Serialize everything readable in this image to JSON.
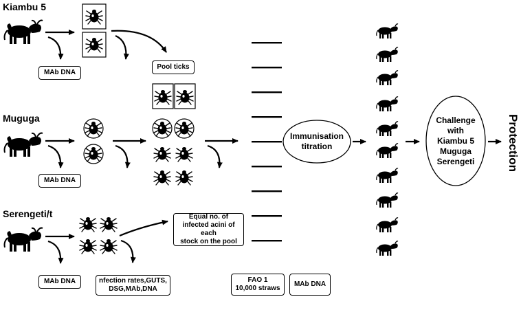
{
  "stocks": {
    "kiambu": "Kiambu 5",
    "muguga": "Muguga",
    "serengeti": "Serengeti/t"
  },
  "labels": {
    "mab_dna": "MAb DNA",
    "pool_ticks": "Pool ticks",
    "equal_acini": "Equal no. of\ninfected acini of each\nstock on the pool",
    "infection_rates": "nfection rates,GUTS,\nDSG,MAb,DNA",
    "fao": "FAO 1\n10,000 straws",
    "immunisation": "Immunisation\ntitration",
    "challenge": "Challenge\nwith\nKiambu 5\nMuguga\nSerengeti",
    "protection": "Protection"
  },
  "icons": {
    "cattle": "bull-icon",
    "tick": "tick-icon",
    "calf": "calf-icon"
  },
  "colors": {
    "ink": "#000000",
    "background": "#ffffff"
  }
}
